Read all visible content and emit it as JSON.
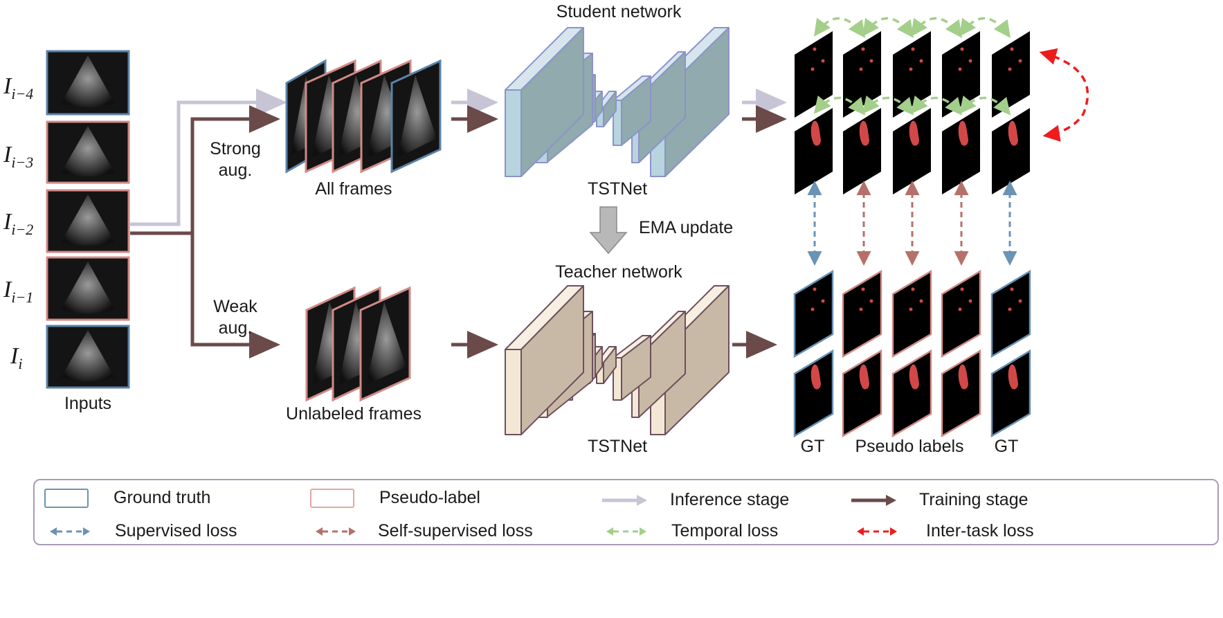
{
  "colors": {
    "ground_truth": "#5b83a8",
    "pseudo_label": "#d08a86",
    "inference_arrow": "#c7c4d6",
    "training_arrow": "#6b4a4a",
    "supervised": "#6a93b5",
    "self_supervised": "#b6706a",
    "temporal": "#a3cf8a",
    "inter_task": "#ee1c1c",
    "student_box": "#b7d4df",
    "teacher_box": "#f3e8d6",
    "ema_arrow": "#b8b8b8",
    "mask": "#d24848"
  },
  "inputs": {
    "frame_labels": [
      {
        "base": "I",
        "sub": "i−4"
      },
      {
        "base": "I",
        "sub": "i−3"
      },
      {
        "base": "I",
        "sub": "i−2"
      },
      {
        "base": "I",
        "sub": "i−1"
      },
      {
        "base": "I",
        "sub": "i"
      }
    ],
    "caption": "Inputs"
  },
  "augment": {
    "strong": [
      "Strong",
      "aug."
    ],
    "weak": [
      "Weak",
      "aug."
    ]
  },
  "stacks": {
    "all_frames": "All frames",
    "unlabeled_frames": "Unlabeled frames"
  },
  "student": {
    "title": "Student network",
    "model": "TSTNet"
  },
  "ema": "EMA update",
  "teacher": {
    "title": "Teacher network",
    "model": "TSTNet"
  },
  "outputs": {
    "gt_left": "GT",
    "pseudo": "Pseudo labels",
    "gt_right": "GT"
  },
  "legend": {
    "ground_truth": "Ground truth",
    "pseudo_label": "Pseudo-label",
    "inference_stage": "Inference stage",
    "training_stage": "Training stage",
    "supervised_loss": "Supervised loss",
    "self_supervised_loss": "Self-supervised loss",
    "temporal_loss": "Temporal loss",
    "inter_task_loss": "Inter-task loss"
  }
}
